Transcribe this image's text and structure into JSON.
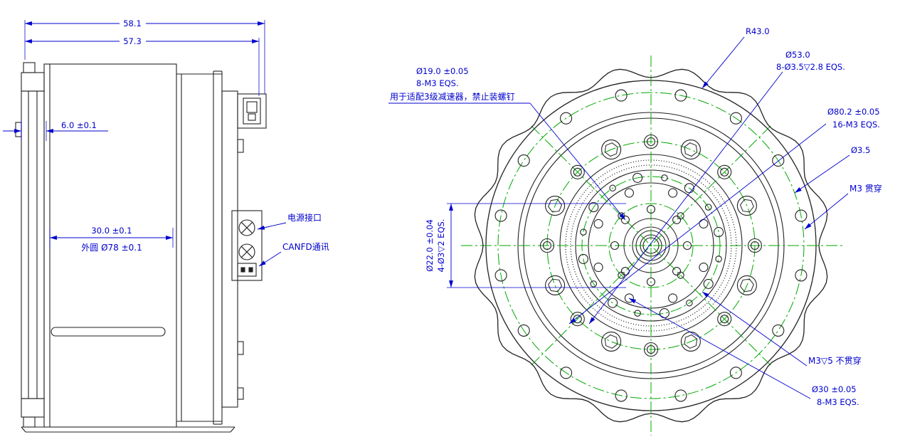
{
  "colors": {
    "dimension_blue": "#0000cd",
    "centerline_green": "#00a800",
    "geometry_black": "#222222"
  },
  "side_view": {
    "dims": {
      "overall_width": "58.1",
      "body_width": "57.3",
      "tab": "6.0 ±0.1",
      "depth": "30.0 ±0.1",
      "outer_circle": "外圆 Ø78 ±0.1"
    },
    "labels": {
      "power_port": "电源接口",
      "canfd": "CANFD通讯"
    }
  },
  "front_view": {
    "callouts": {
      "r43": "R43.0",
      "d53_1": "Ø53.0",
      "d53_2": "8-Ø3.5▽2.8 EQS.",
      "d19_1": "Ø19.0 ±0.05",
      "d19_2": "8-M3 EQS.",
      "d19_3": "用于适配3级减速器，禁止装螺钉",
      "d80_1": "Ø80.2 ±0.05",
      "d80_2": "16-M3 EQS.",
      "d35": "Ø3.5",
      "m3_through": "M3 贯穿",
      "d22_1": "Ø22.0 ±0.04",
      "d22_2": "4-Ø3▽2 EQS.",
      "m3_blind": "M3▽5 不贯穿",
      "d30_1": "Ø30 ±0.05",
      "d30_2": "8-M3 EQS."
    }
  }
}
